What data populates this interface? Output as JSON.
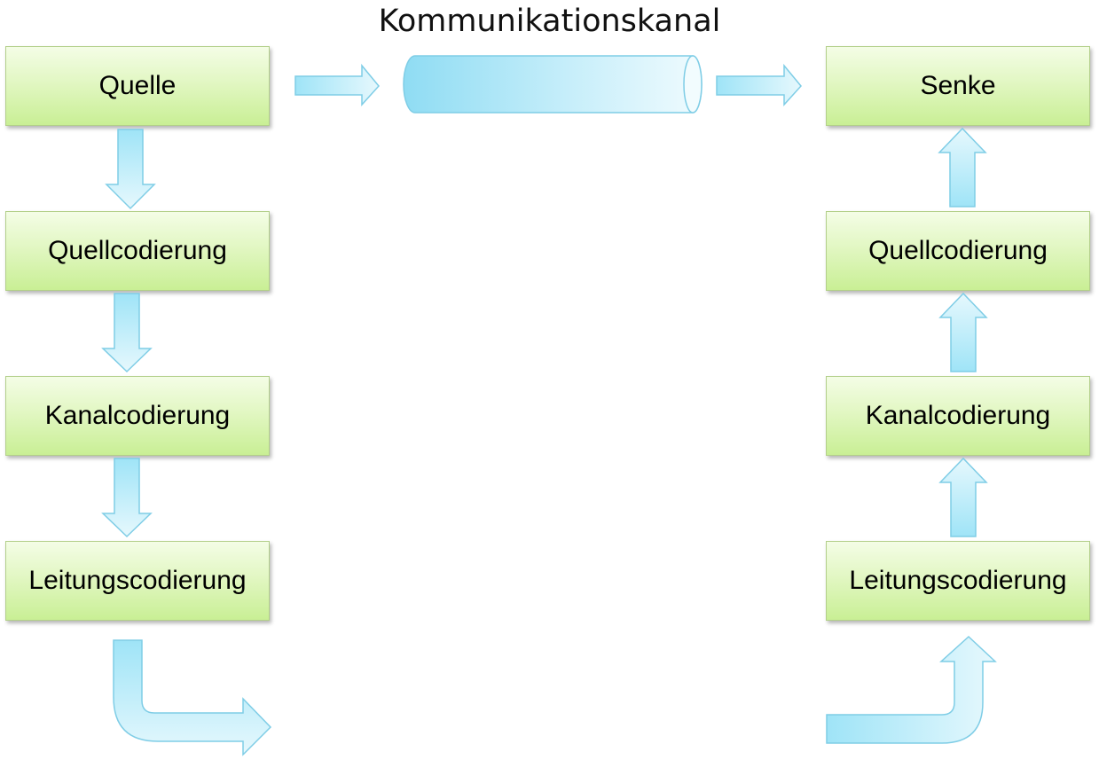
{
  "diagram": {
    "title": "Kommunikationskanal",
    "sender": {
      "source": "Quelle",
      "source_coding": "Quellcodierung",
      "channel_coding": "Kanalcodierung",
      "line_coding": "Leitungscodierung"
    },
    "receiver": {
      "sink": "Senke",
      "source_coding": "Quellcodierung",
      "channel_coding": "Kanalcodierung",
      "line_coding": "Leitungscodierung"
    },
    "colors": {
      "box_fill_top": "#f4fde6",
      "box_fill_bottom": "#c9ef95",
      "box_border": "#b3cf8a",
      "arrow_fill": "#bfeefb",
      "arrow_stroke": "#7fcde6",
      "channel_fill": "#a8e6f7"
    }
  }
}
